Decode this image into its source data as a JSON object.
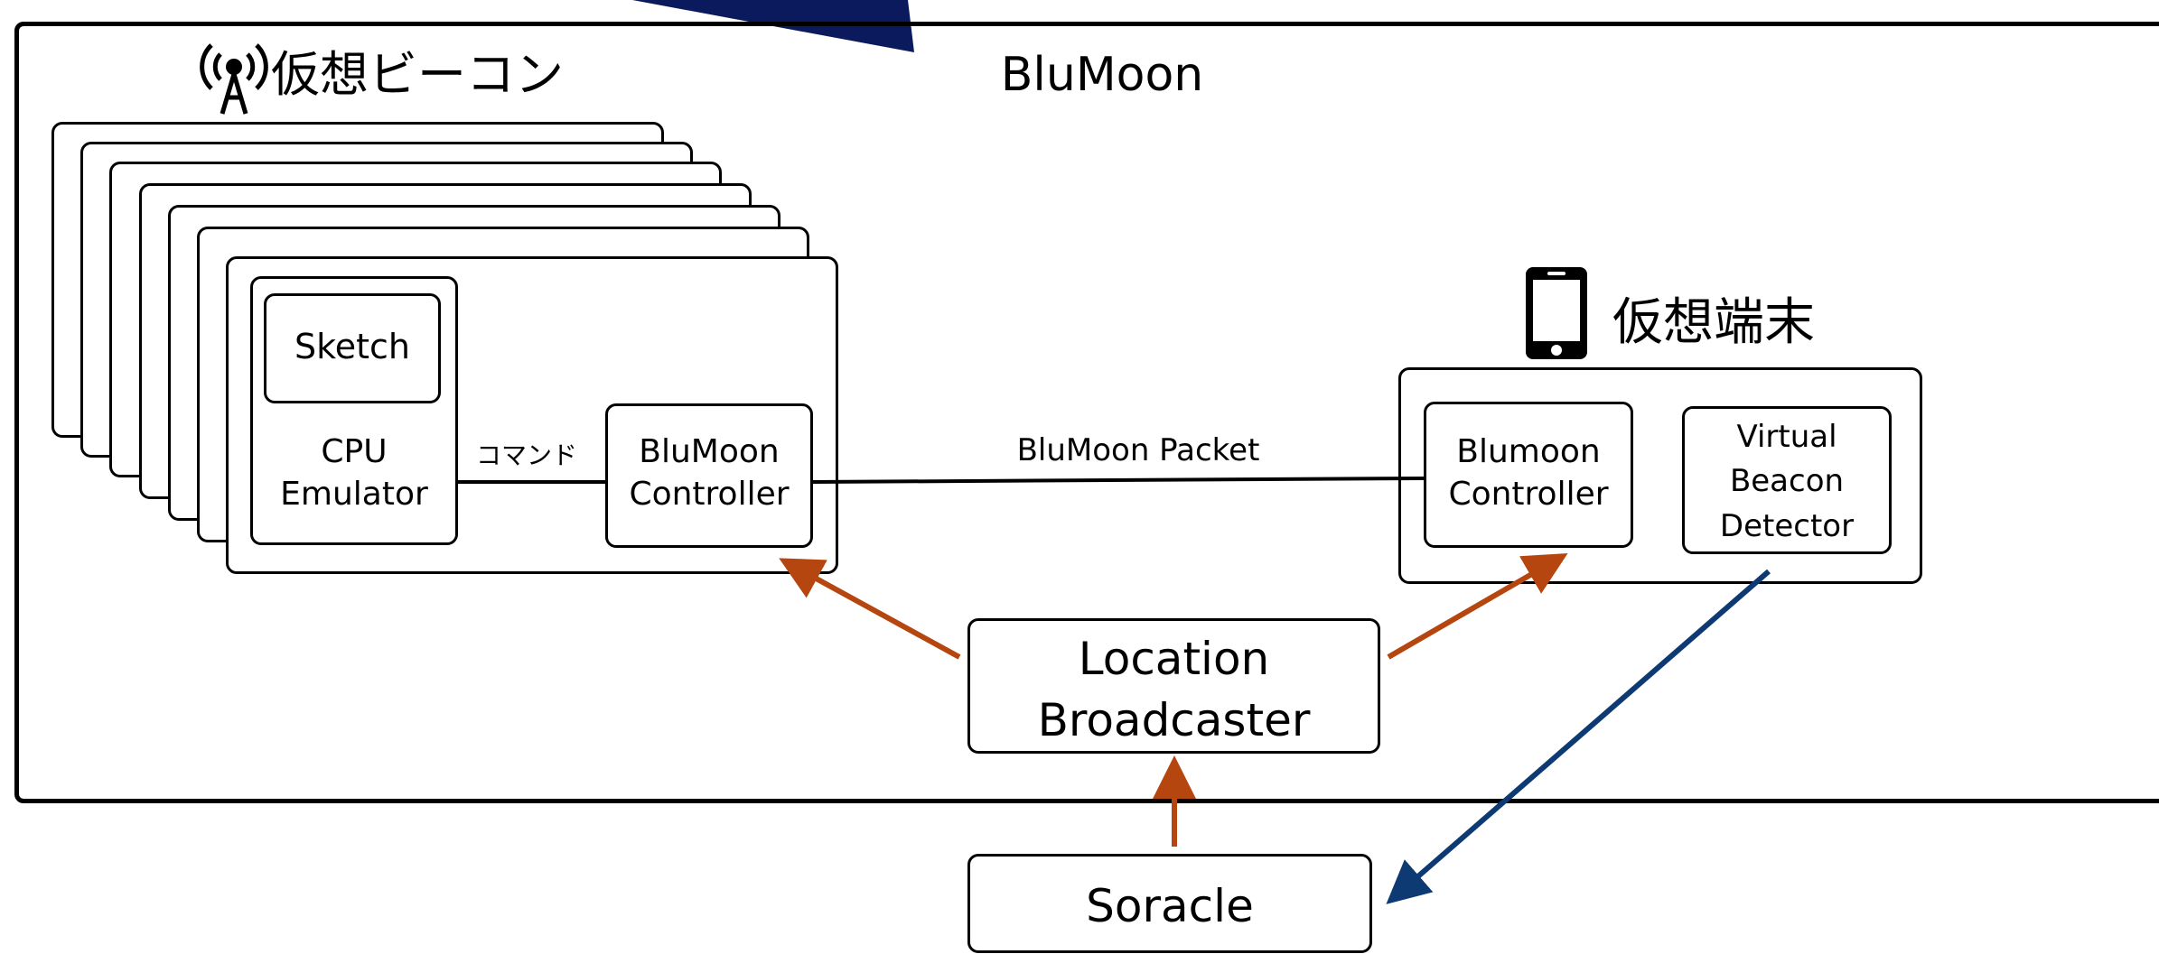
{
  "title": "BluMoon",
  "virtual_beacon": {
    "label": "仮想ビーコン",
    "icon": "radio-tower-icon",
    "sketch": "Sketch",
    "cpu_emulator": "CPU\nEmulator",
    "command": "コマンド",
    "controller": "BluMoon\nController"
  },
  "virtual_device": {
    "label": "仮想端末",
    "icon": "smartphone-icon",
    "controller": "Blumoon\nController",
    "detector": "Virtual\nBeacon\nDetector"
  },
  "packet_label": "BluMoon Packet",
  "location_broadcaster": "Location\nBroadcaster",
  "soracle": "Soracle",
  "colors": {
    "arrow_orange": "#b5460f",
    "arrow_blue": "#0d3a73",
    "banner_navy": "#0a1a5c",
    "line": "#000000"
  }
}
